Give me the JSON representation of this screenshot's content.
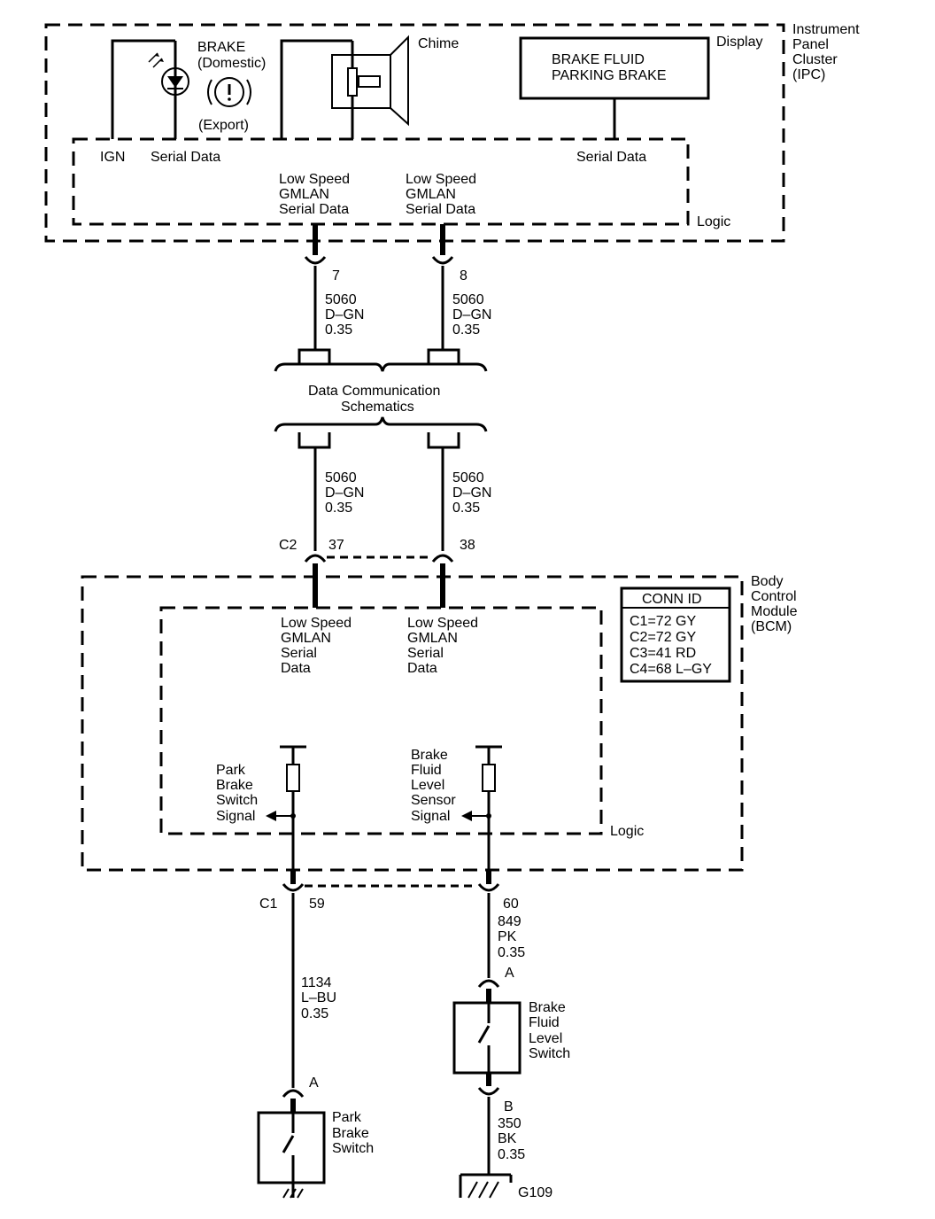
{
  "ipc": {
    "module_label": [
      "Instrument",
      "Panel",
      "Cluster",
      "(IPC)"
    ],
    "brake_label": [
      "BRAKE",
      "(Domestic)"
    ],
    "export_label": "(Export)",
    "chime_label": "Chime",
    "display_label": "Display",
    "display_text": [
      "BRAKE FLUID",
      "PARKING BRAKE"
    ],
    "ign_label": "IGN",
    "serial_data_left": "Serial Data",
    "serial_data_right": "Serial Data",
    "gmlan_left": [
      "Low Speed",
      "GMLAN",
      "Serial Data"
    ],
    "gmlan_right": [
      "Low Speed",
      "GMLAN",
      "Serial Data"
    ],
    "logic_label": "Logic",
    "pin_left": "7",
    "pin_right": "8"
  },
  "wires_upper": {
    "left": [
      "5060",
      "D–GN",
      "0.35"
    ],
    "right": [
      "5060",
      "D–GN",
      "0.35"
    ]
  },
  "data_comm": [
    "Data Communication",
    "Schematics"
  ],
  "wires_mid": {
    "left": [
      "5060",
      "D–GN",
      "0.35"
    ],
    "right": [
      "5060",
      "D–GN",
      "0.35"
    ]
  },
  "c2": {
    "label": "C2",
    "pin_left": "37",
    "pin_right": "38"
  },
  "bcm": {
    "module_label": [
      "Body",
      "Control",
      "Module",
      "(BCM)"
    ],
    "conn_id_title": "CONN ID",
    "conn_ids": [
      "C1=72 GY",
      "C2=72 GY",
      "C3=41 RD",
      "C4=68 L–GY"
    ],
    "gmlan_left": [
      "Low Speed",
      "GMLAN",
      "Serial",
      "Data"
    ],
    "gmlan_right": [
      "Low Speed",
      "GMLAN",
      "Serial",
      "Data"
    ],
    "park_signal": [
      "Park",
      "Brake",
      "Switch",
      "Signal"
    ],
    "fluid_signal": [
      "Brake",
      "Fluid",
      "Level",
      "Sensor",
      "Signal"
    ],
    "logic_label": "Logic"
  },
  "c1": {
    "label": "C1",
    "pin_left": "59",
    "pin_right": "60"
  },
  "wire_849": [
    "849",
    "PK",
    "0.35"
  ],
  "wire_1134": [
    "1134",
    "L–BU",
    "0.35"
  ],
  "fluid_switch": {
    "pin_top": "A",
    "pin_bottom": "B",
    "label": [
      "Brake",
      "Fluid",
      "Level",
      "Switch"
    ]
  },
  "wire_350": [
    "350",
    "BK",
    "0.35"
  ],
  "ground": "G109",
  "park_switch": {
    "pin": "A",
    "label": [
      "Park",
      "Brake",
      "Switch"
    ]
  }
}
